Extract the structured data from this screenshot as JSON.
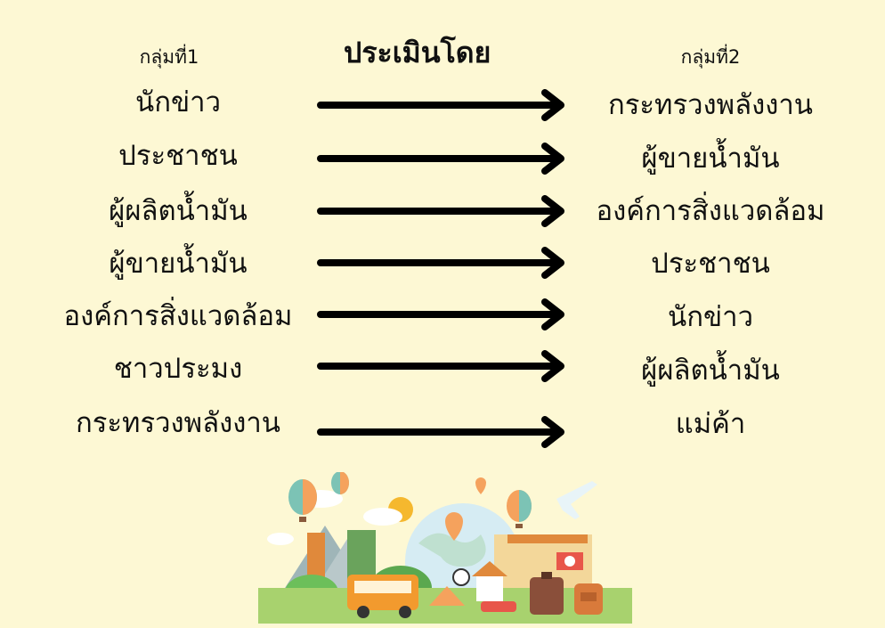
{
  "header": {
    "group1": "กลุ่มที่1",
    "title": "ประเมินโดย",
    "group2": "กลุ่มที่2"
  },
  "left_items": [
    "นักข่าว",
    "ประชาชน",
    "ผู้ผลิตน้ำมัน",
    "ผู้ขายน้ำมัน",
    "องค์การสิ่งแวดล้อม",
    "ชาวประมง",
    "กระทรวงพลังงาน"
  ],
  "right_items": [
    "กระทรวงพลังงาน",
    "ผู้ขายน้ำมัน",
    "องค์การสิ่งแวดล้อม",
    "ประชาชน",
    "นักข่าว",
    "ผู้ผลิตน้ำมัน",
    "แม่ค้า"
  ],
  "colors": {
    "background": "#fdf8d4",
    "arrow": "#000000"
  }
}
